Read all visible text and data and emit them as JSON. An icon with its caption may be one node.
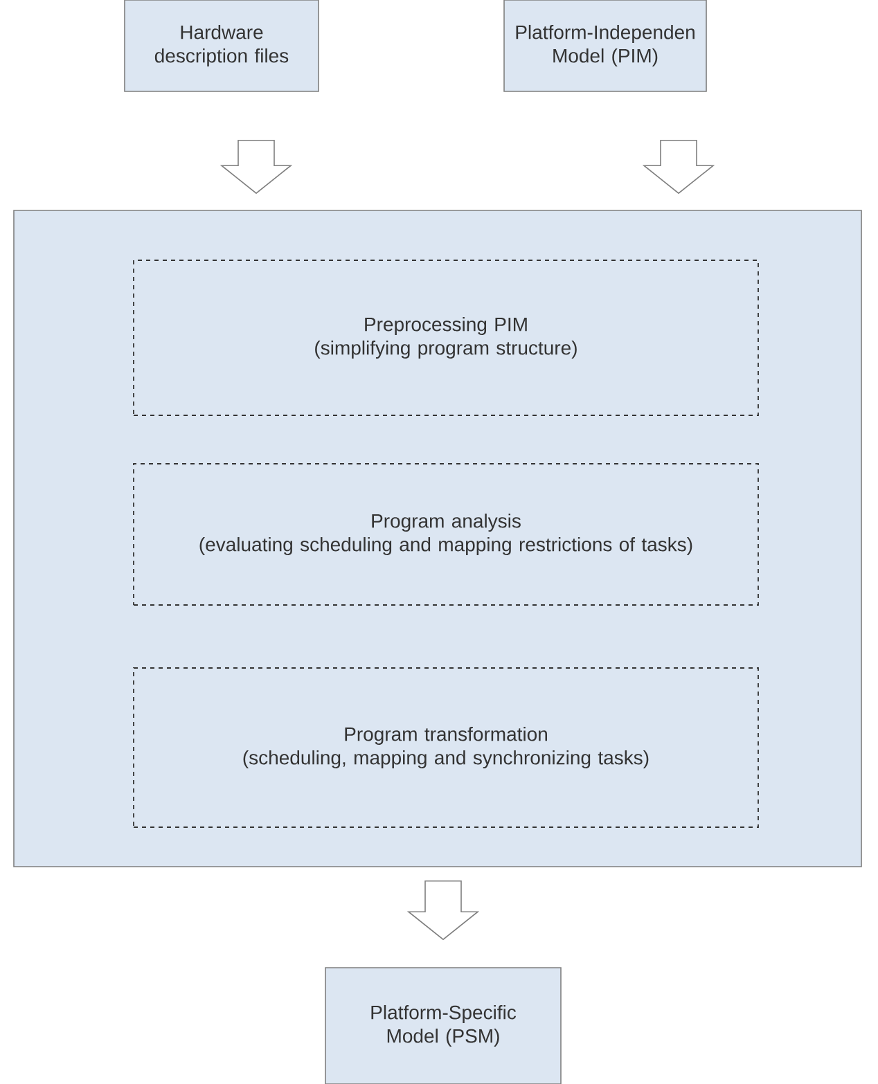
{
  "diagram": {
    "nodes": [
      {
        "text": [
          "Hardware description files"
        ]
      },
      {
        "text": [
          "Platform-Independen Model (PIM)"
        ]
      },
      {
        "text": [],
        "shape": "box"
      },
      {
        "text": [
          "Preprocessing PIM",
          "(simplifying program structure)"
        ],
        "in": 2
      },
      {
        "text": [
          "Program analysis",
          "(evaluating scheduling and mapping restrictions of tasks)"
        ],
        "in": 2
      },
      {
        "text": [
          "Program transformation",
          "(scheduling, mapping and synchronizing tasks)"
        ],
        "in": 2
      },
      {
        "text": [
          "Platform-Specific Model (PSM)"
        ]
      }
    ],
    "edges": [
      {
        "from": 0,
        "to": 2,
        "arrow": "to"
      },
      {
        "from": 1,
        "to": 2,
        "arrow": "to"
      },
      {
        "from": 2,
        "to": 6,
        "arrow": "to"
      }
    ]
  }
}
